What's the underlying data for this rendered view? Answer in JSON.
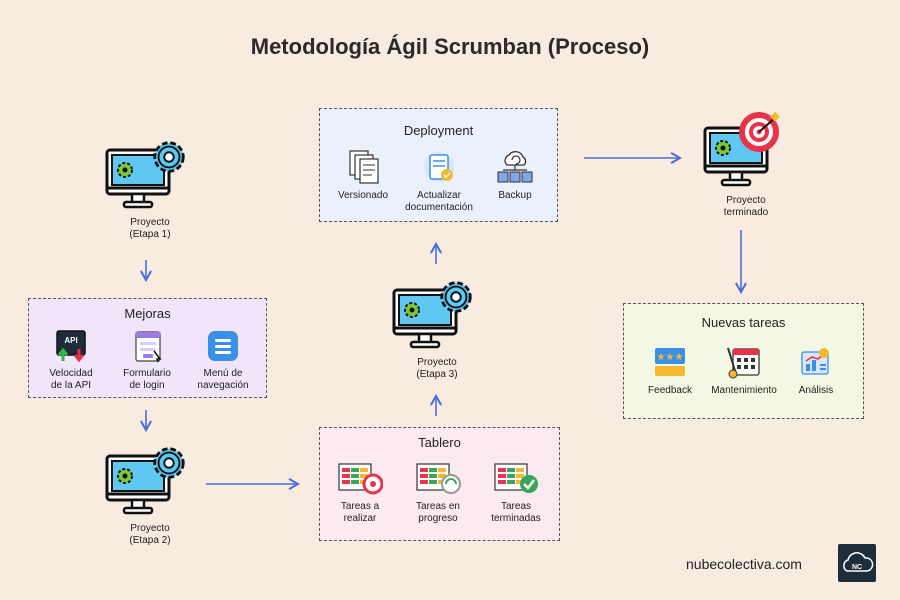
{
  "title": "Metodología Ágil Scrumban (Proceso)",
  "nodes": {
    "proyecto_etapa1": [
      "Proyecto",
      "(Etapa 1)"
    ],
    "proyecto_etapa2": [
      "Proyecto",
      "(Etapa 2)"
    ],
    "proyecto_etapa3": [
      "Proyecto",
      "(Etapa 3)"
    ],
    "proyecto_terminado": [
      "Proyecto",
      "terminado"
    ]
  },
  "mejoras": {
    "title": "Mejoras",
    "items": [
      {
        "lines": [
          "Velocidad",
          "de la API"
        ],
        "icon": "api-icon"
      },
      {
        "lines": [
          "Formulario",
          "de login"
        ],
        "icon": "form-icon"
      },
      {
        "lines": [
          "Menú de",
          "navegación"
        ],
        "icon": "menu-icon"
      }
    ]
  },
  "tablero": {
    "title": "Tablero",
    "items": [
      {
        "lines": [
          "Tareas a",
          "realizar"
        ],
        "icon": "kanban-target-icon"
      },
      {
        "lines": [
          "Tareas en",
          "progreso"
        ],
        "icon": "kanban-progress-icon"
      },
      {
        "lines": [
          "Tareas",
          "terminadas"
        ],
        "icon": "kanban-done-icon"
      }
    ]
  },
  "deployment": {
    "title": "Deployment",
    "items": [
      {
        "lines": [
          "Versionado"
        ],
        "icon": "documents-icon"
      },
      {
        "lines": [
          "Actualizar",
          "documentación"
        ],
        "icon": "doc-update-icon"
      },
      {
        "lines": [
          "Backup"
        ],
        "icon": "cloud-backup-icon"
      }
    ]
  },
  "nuevas_tareas": {
    "title": "Nuevas tareas",
    "items": [
      {
        "lines": [
          "Feedback"
        ],
        "icon": "feedback-icon"
      },
      {
        "lines": [
          "Mantenimiento"
        ],
        "icon": "calendar-tools-icon"
      },
      {
        "lines": [
          "Análisis"
        ],
        "icon": "analytics-icon"
      }
    ]
  },
  "footer": "nubecolectiva.com",
  "logo_text": "NC",
  "colors": {
    "background": "#f8ebdf",
    "arrow": "#4a6fd6",
    "mejoras_box": "#f1e6f9",
    "tablero_box": "#fbeaf0",
    "deployment_box": "#eaf0fc",
    "nuevas_box": "#f2f8e3"
  }
}
